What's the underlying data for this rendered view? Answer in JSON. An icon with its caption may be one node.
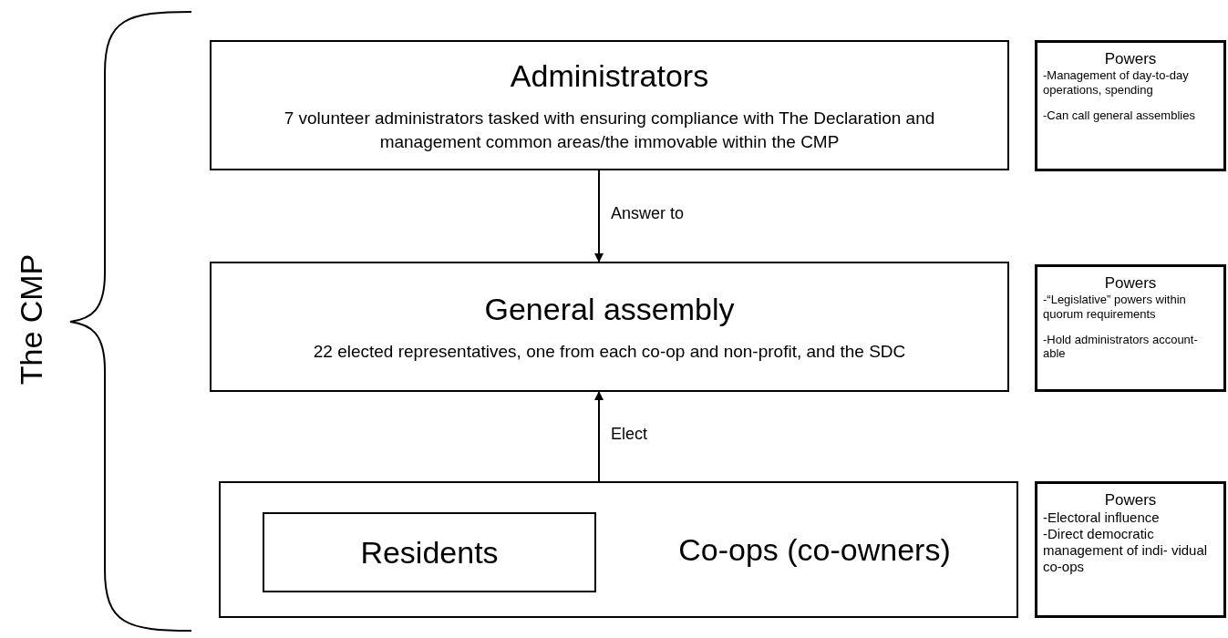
{
  "diagram": {
    "nodes": [
      {
        "text": [
          "Administrators",
          "7 volunteer administrators tasked with ensuring compliance with The Declaration and management common areas/the immovable within the CMP"
        ]
      },
      {
        "text": [
          "Powers",
          "-Management of day-to-day operations, spending",
          "-Can call general assemblies"
        ]
      },
      {
        "text": [
          "General assembly",
          "22 elected representatives, one from each co-op and non-profit, and the SDC"
        ]
      },
      {
        "text": [
          "Powers",
          "-“Legislative” powers within quorum requirements",
          "-Hold administrators account- able"
        ]
      },
      {
        "text": [
          "Co-ops (co-owners)"
        ]
      },
      {
        "text": [
          "Residents"
        ],
        "in": 4
      },
      {
        "text": [
          "Powers",
          "-Electoral influence",
          "-Direct democratic management of indi- vidual co-ops"
        ]
      }
    ],
    "edges": [
      {
        "from": 0,
        "to": 2,
        "arrow": "to",
        "label": "Answer to"
      },
      {
        "from": 4,
        "to": 2,
        "arrow": "to",
        "label": "Elect"
      }
    ],
    "labels": [
      "The CMP"
    ]
  }
}
